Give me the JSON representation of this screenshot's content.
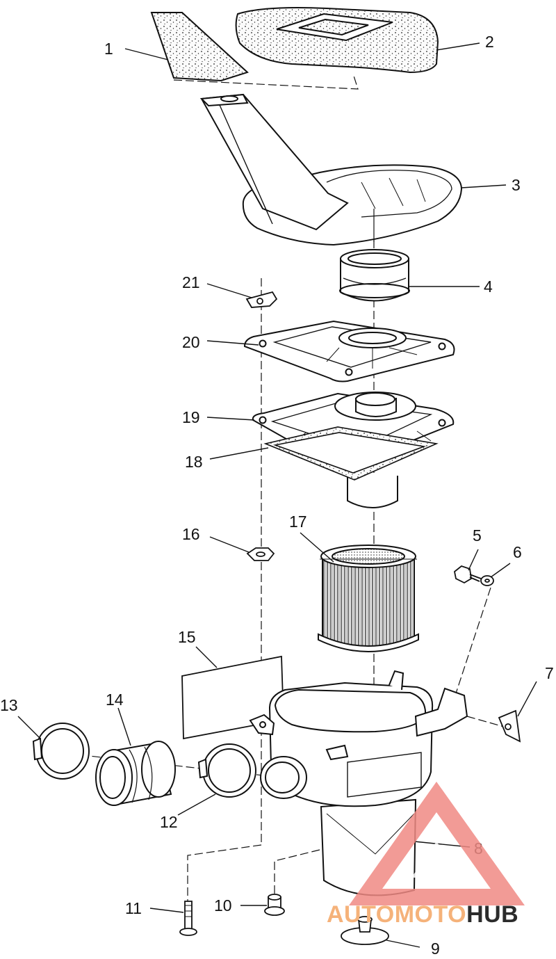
{
  "diagram": {
    "callouts": [
      "1",
      "2",
      "3",
      "4",
      "5",
      "6",
      "7",
      "8",
      "9",
      "10",
      "11",
      "12",
      "13",
      "14",
      "15",
      "16",
      "17",
      "18",
      "19",
      "20",
      "21"
    ]
  },
  "watermark": {
    "part_a": "AUTOMOTO",
    "part_b": "HUB",
    "color_a": "#f5b27a",
    "color_b": "#2b2b2b",
    "logo_color": "#f08a84"
  }
}
